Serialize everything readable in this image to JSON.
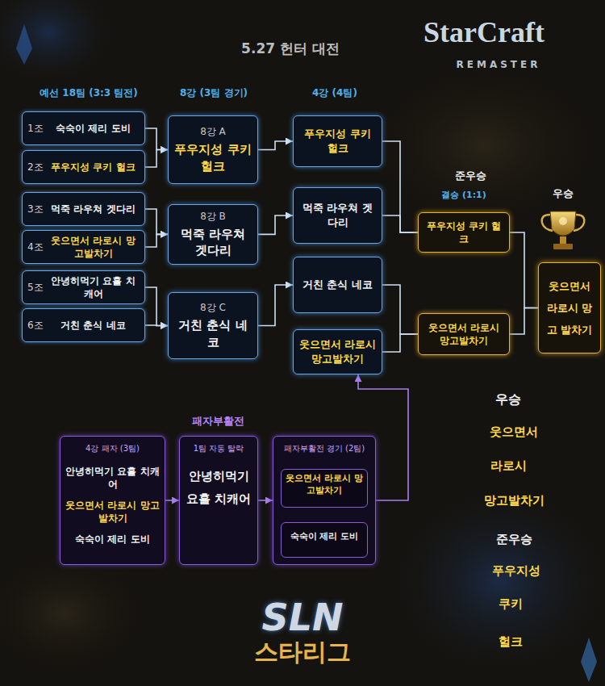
{
  "diagram": {
    "title": "5.27 헌터 대전",
    "nodes": [
      {
        "text": [
          "1조",
          "숙숙이 제리 도비"
        ]
      },
      {
        "text": [
          "2조",
          "푸우지성 쿠키 헐크"
        ]
      },
      {
        "text": [
          "3조",
          "먹죽 라우쳐 겟다리"
        ]
      },
      {
        "text": [
          "4조",
          "웃으면서 라로시 망고발차기"
        ]
      },
      {
        "text": [
          "5조",
          "안녕히먹기 요흘 치캐어"
        ]
      },
      {
        "text": [
          "6조",
          "거친 춘식 네코"
        ]
      },
      {
        "text": [
          "8강 A",
          "푸우지성 쿠키 헐크"
        ]
      },
      {
        "text": [
          "8강 B",
          "먹죽 라우쳐 겟다리"
        ]
      },
      {
        "text": [
          "8강 C",
          "거친 춘식 네코"
        ]
      },
      {
        "text": [
          "푸우지성 쿠키 헐크"
        ]
      },
      {
        "text": [
          "먹죽 라우쳐 겟다리"
        ]
      },
      {
        "text": [
          "거친 춘식 네코"
        ]
      },
      {
        "text": [
          "웃으면서 라로시 망고발차기"
        ]
      },
      {
        "text": [
          "푸우지성 쿠키 헐크"
        ]
      },
      {
        "text": [
          "웃으면서 라로시 망고발차기"
        ]
      },
      {
        "text": [
          "웃으면서 라로시 망고 발차기"
        ]
      },
      {
        "text": [
          "4강 패자 (3팀)",
          "안녕히먹기 요흘 치캐어",
          "웃으면서 라로시 망고발차기",
          "숙숙이 제리 도비"
        ]
      },
      {
        "text": [
          "1팀 자동 탈락",
          "안녕히먹기 요흘 치캐어"
        ]
      },
      {
        "text": [
          "패자부활전 경기 (2팀)"
        ]
      },
      {
        "text": [
          "웃으면서 라로시 망고발차기"
        ],
        "in": 18
      },
      {
        "text": [
          "숙숙이 제리 도비"
        ],
        "in": 18
      }
    ],
    "edges": [
      {
        "from": 0,
        "to": 6,
        "arrow": "to"
      },
      {
        "from": 1,
        "to": 6,
        "arrow": "to"
      },
      {
        "from": 2,
        "to": 7,
        "arrow": "to"
      },
      {
        "from": 3,
        "to": 7,
        "arrow": "to"
      },
      {
        "from": 4,
        "to": 8,
        "arrow": "to"
      },
      {
        "from": 5,
        "to": 8,
        "arrow": "to"
      },
      {
        "from": 6,
        "to": 9,
        "arrow": "to"
      },
      {
        "from": 7,
        "to": 10,
        "arrow": "to"
      },
      {
        "from": 8,
        "to": 11,
        "arrow": "to"
      },
      {
        "from": 9,
        "to": 13,
        "arrow": "none"
      },
      {
        "from": 10,
        "to": 13,
        "arrow": "none"
      },
      {
        "from": 11,
        "to": 14,
        "arrow": "none"
      },
      {
        "from": 12,
        "to": 14,
        "arrow": "none"
      },
      {
        "from": 13,
        "to": 15,
        "arrow": "none"
      },
      {
        "from": 14,
        "to": 15,
        "arrow": "none"
      },
      {
        "from": 16,
        "to": 17,
        "arrow": "to"
      },
      {
        "from": 17,
        "to": 18,
        "arrow": "to"
      },
      {
        "from": 18,
        "to": 12,
        "arrow": "to"
      }
    ],
    "labels": [
      "StarCraft",
      "REMASTER",
      "예선 18팀 (3:3 팀전)",
      "8강 (3팀 경기)",
      "4강 (4팀)",
      "준우승",
      "결승 (1:1)",
      "우승",
      "패자부활전",
      "우승",
      "웃으면서",
      "라로시",
      "망고발차기",
      "준우승",
      "푸우지성",
      "쿠키",
      "헐크",
      "SLN",
      "스타리그"
    ]
  }
}
